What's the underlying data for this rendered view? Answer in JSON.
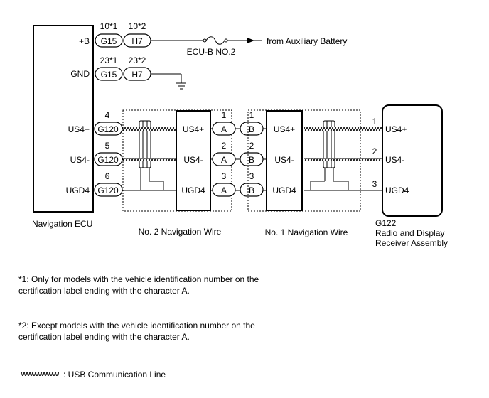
{
  "ecu": {
    "name": "Navigation ECU",
    "pins": {
      "b": "+B",
      "gnd": "GND",
      "us4p": "US4+",
      "us4m": "US4-",
      "ugd4": "UGD4"
    },
    "power": {
      "pin1": "10*1",
      "pin2": "10*2",
      "conn1": "G15",
      "conn2": "H7"
    },
    "ground": {
      "pin1": "23*1",
      "pin2": "23*2",
      "conn1": "G15",
      "conn2": "H7"
    },
    "usb_conn": "G120",
    "usb_pins": [
      "4",
      "5",
      "6"
    ]
  },
  "fuse": {
    "label": "ECU-B NO.2",
    "source": "from Auxiliary Battery"
  },
  "wire2": {
    "name": "No. 2 Navigation Wire",
    "pins": [
      "US4+",
      "US4-",
      "UGD4"
    ]
  },
  "junction": {
    "pins_a": [
      "1",
      "2",
      "3"
    ],
    "pins_b": [
      "1",
      "2",
      "3"
    ],
    "conn_a": "A",
    "conn_b": "B"
  },
  "wire1": {
    "name": "No. 1 Navigation Wire",
    "pins": [
      "US4+",
      "US4-",
      "UGD4"
    ]
  },
  "radio": {
    "connector": "G122",
    "name_line1": "Radio and Display",
    "name_line2": "Receiver Assembly",
    "pin_nums": [
      "1",
      "2",
      "3"
    ],
    "pins": [
      "US4+",
      "US4-",
      "UGD4"
    ]
  },
  "notes": {
    "note1": "*1: Only for models with the vehicle identification number on the certification label ending with the character A.",
    "note2": "*2: Except models with the vehicle identification number on the certification label ending with the character A."
  },
  "legend": {
    "usb": ": USB Communication Line"
  }
}
